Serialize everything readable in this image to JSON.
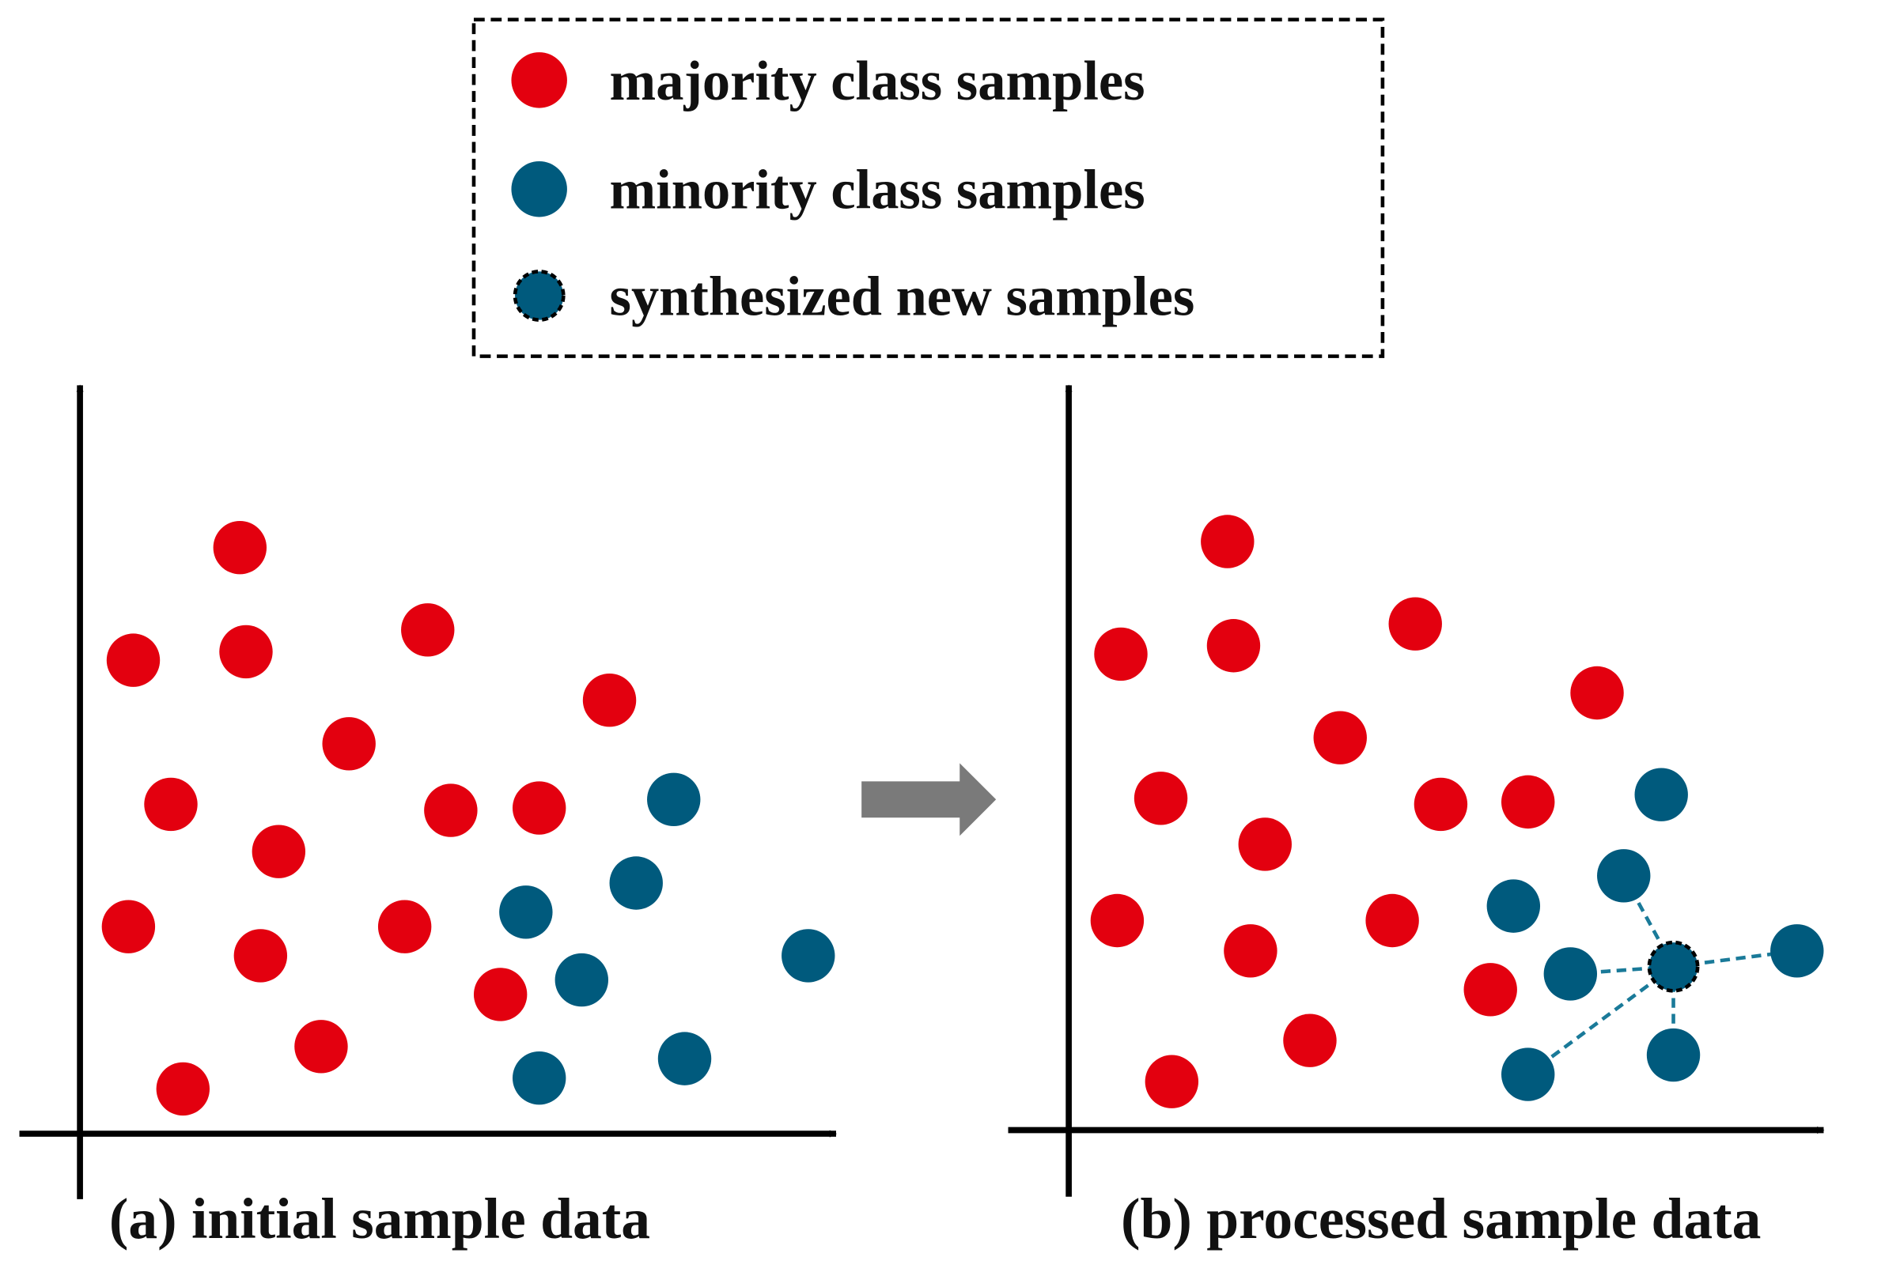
{
  "colors": {
    "majority": "#e3000f",
    "minority": "#005a7d",
    "link": "#1a7a99",
    "arrow": "#7a7a7a",
    "axis": "#000000"
  },
  "legend": {
    "items": [
      {
        "kind": "majority",
        "label": "majority class samples"
      },
      {
        "kind": "minority",
        "label": "minority class samples"
      },
      {
        "kind": "synthesized",
        "label": "synthesized new samples"
      }
    ]
  },
  "panels": [
    {
      "id": "a",
      "caption": "(a) initial sample data",
      "majority": [
        [
          198,
          452
        ],
        [
          110,
          545
        ],
        [
          203,
          538
        ],
        [
          353,
          520
        ],
        [
          503,
          578
        ],
        [
          288,
          614
        ],
        [
          141,
          664
        ],
        [
          372,
          669
        ],
        [
          445,
          667
        ],
        [
          230,
          703
        ],
        [
          106,
          765
        ],
        [
          334,
          765
        ],
        [
          215,
          789
        ],
        [
          413,
          821
        ],
        [
          265,
          864
        ],
        [
          151,
          899
        ]
      ],
      "minority": [
        [
          556,
          660
        ],
        [
          525,
          729
        ],
        [
          434,
          753
        ],
        [
          480,
          809
        ],
        [
          667,
          789
        ],
        [
          565,
          874
        ],
        [
          445,
          890
        ]
      ],
      "synthesized": [],
      "links": []
    },
    {
      "id": "b",
      "caption": "(b) processed sample data",
      "majority": [
        [
          1013,
          447
        ],
        [
          925,
          540
        ],
        [
          1018,
          533
        ],
        [
          1168,
          515
        ],
        [
          1318,
          572
        ],
        [
          1106,
          609
        ],
        [
          958,
          659
        ],
        [
          1189,
          664
        ],
        [
          1261,
          662
        ],
        [
          1044,
          697
        ],
        [
          922,
          760
        ],
        [
          1149,
          760
        ],
        [
          1032,
          785
        ],
        [
          1230,
          817
        ],
        [
          1081,
          859
        ],
        [
          967,
          893
        ]
      ],
      "minority": [
        [
          1371,
          656
        ],
        [
          1340,
          723
        ],
        [
          1249,
          748
        ],
        [
          1296,
          804
        ],
        [
          1483,
          785
        ],
        [
          1381,
          871
        ],
        [
          1261,
          887
        ]
      ],
      "synthesized": [
        [
          1381,
          798
        ]
      ],
      "links": [
        [
          1340,
          723
        ],
        [
          1296,
          804
        ],
        [
          1483,
          785
        ],
        [
          1381,
          871
        ],
        [
          1261,
          887
        ]
      ]
    }
  ]
}
